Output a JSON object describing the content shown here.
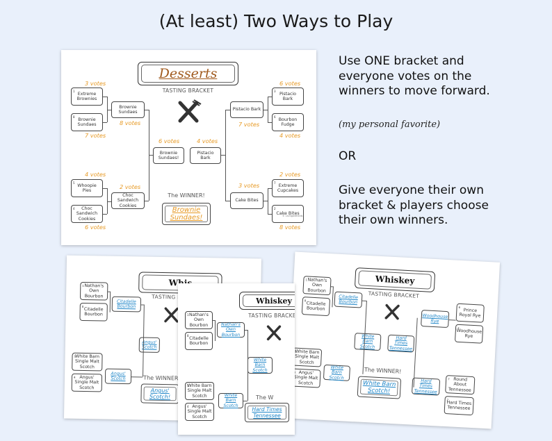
{
  "heading": "(At least) Two Ways to Play",
  "right_text": {
    "p1": "Use ONE bracket and everyone votes on the winners to move forward.",
    "p1_note": "(my personal favorite)",
    "or": "OR",
    "p2": "Give everyone their own bracket & players choose their own winners."
  },
  "colors": {
    "vote_orange": "#e79a25",
    "pick_blue": "#1f86c8",
    "background": "#e9f0fb"
  },
  "desserts": {
    "title": "Desserts",
    "subtitle": "TASTING BRACKET",
    "winner_label": "The WINNER!",
    "winner": "Brownie Sundaes!",
    "copyright": "© Livingwithkids",
    "left": [
      {
        "seed": "1",
        "name": "Extreme Brownies",
        "votes": "3 votes"
      },
      {
        "seed": "8",
        "name": "Brownie Sundaes",
        "votes": "7 votes"
      },
      {
        "seed": "5",
        "name": "Whoopie Pies",
        "votes": "4 votes"
      },
      {
        "seed": "4",
        "name": "Choc Sandwich Cookies",
        "votes": "6 votes"
      }
    ],
    "right": [
      {
        "seed": "3",
        "name": "Pistacio Bark",
        "votes": "6 votes"
      },
      {
        "seed": "6",
        "name": "Bourbon Fudge",
        "votes": "4 votes"
      },
      {
        "seed": "7",
        "name": "Extreme Cupcakes",
        "votes": "2 votes"
      },
      {
        "seed": "2",
        "name": "Cake Bites",
        "votes": "8 votes"
      }
    ],
    "round2_left": [
      {
        "name": "Brownie Sundaes",
        "votes": "8 votes"
      },
      {
        "name": "Choc Sandwich Cookies",
        "votes": "2 votes"
      }
    ],
    "round2_right": [
      {
        "name": "Pistacio Bark",
        "votes": "7 votes"
      },
      {
        "name": "Cake Bites",
        "votes": "3 votes"
      }
    ],
    "final_left": {
      "name": "Brownie Sundaes!",
      "votes": "6 votes"
    },
    "final_right": {
      "name": "Pistacio Bark",
      "votes": "4 votes"
    }
  },
  "whiskey": {
    "title": "Whiskey",
    "title_partial_a": "Whis",
    "subtitle": "TASTING BRACKET",
    "winner_label": "The WINNER!",
    "winner_label_partial": "The W",
    "entries": [
      {
        "seed": "1",
        "name": "Nathan's Own Bourbon"
      },
      {
        "seed": "8",
        "name": "Citadelle Bourbon"
      },
      {
        "seed": "5",
        "name": "White Barn Single Malt Scotch"
      },
      {
        "seed": "4",
        "name": "Angus' Single Malt Scotch"
      },
      {
        "seed": "3",
        "name": "Woodhouse Rye"
      },
      {
        "seed": "6",
        "name": "Prince Royal Rye"
      },
      {
        "seed": "7",
        "name": "Round About Tennessee"
      },
      {
        "seed": "2",
        "name": "Hard Times Tennessee"
      }
    ],
    "sheet_a": {
      "r2_top": "Citadelle Bourbon",
      "r2_bottom": "Angus' Scotch",
      "final_left": "Angus' Scotch",
      "winner": "Angus' Scotch!"
    },
    "sheet_b": {
      "r2_top": "Nathan's Own Bourbon",
      "r2_bottom": "White Barn Scotch",
      "final_left": "White Barn Scotch",
      "winner": "Hard Times Tennessee"
    },
    "sheet_c": {
      "r2_top": "Citadelle Bourbon",
      "r2_bottom": "White Barn Scotch",
      "r2_right_top": "Woodhouse Rye",
      "r2_right_bottom": "Hard Times Tennessee",
      "final_left": "White Barn Scotch",
      "final_right": "Hard Times Tennessee",
      "winner": "White Barn Scotch!"
    }
  }
}
